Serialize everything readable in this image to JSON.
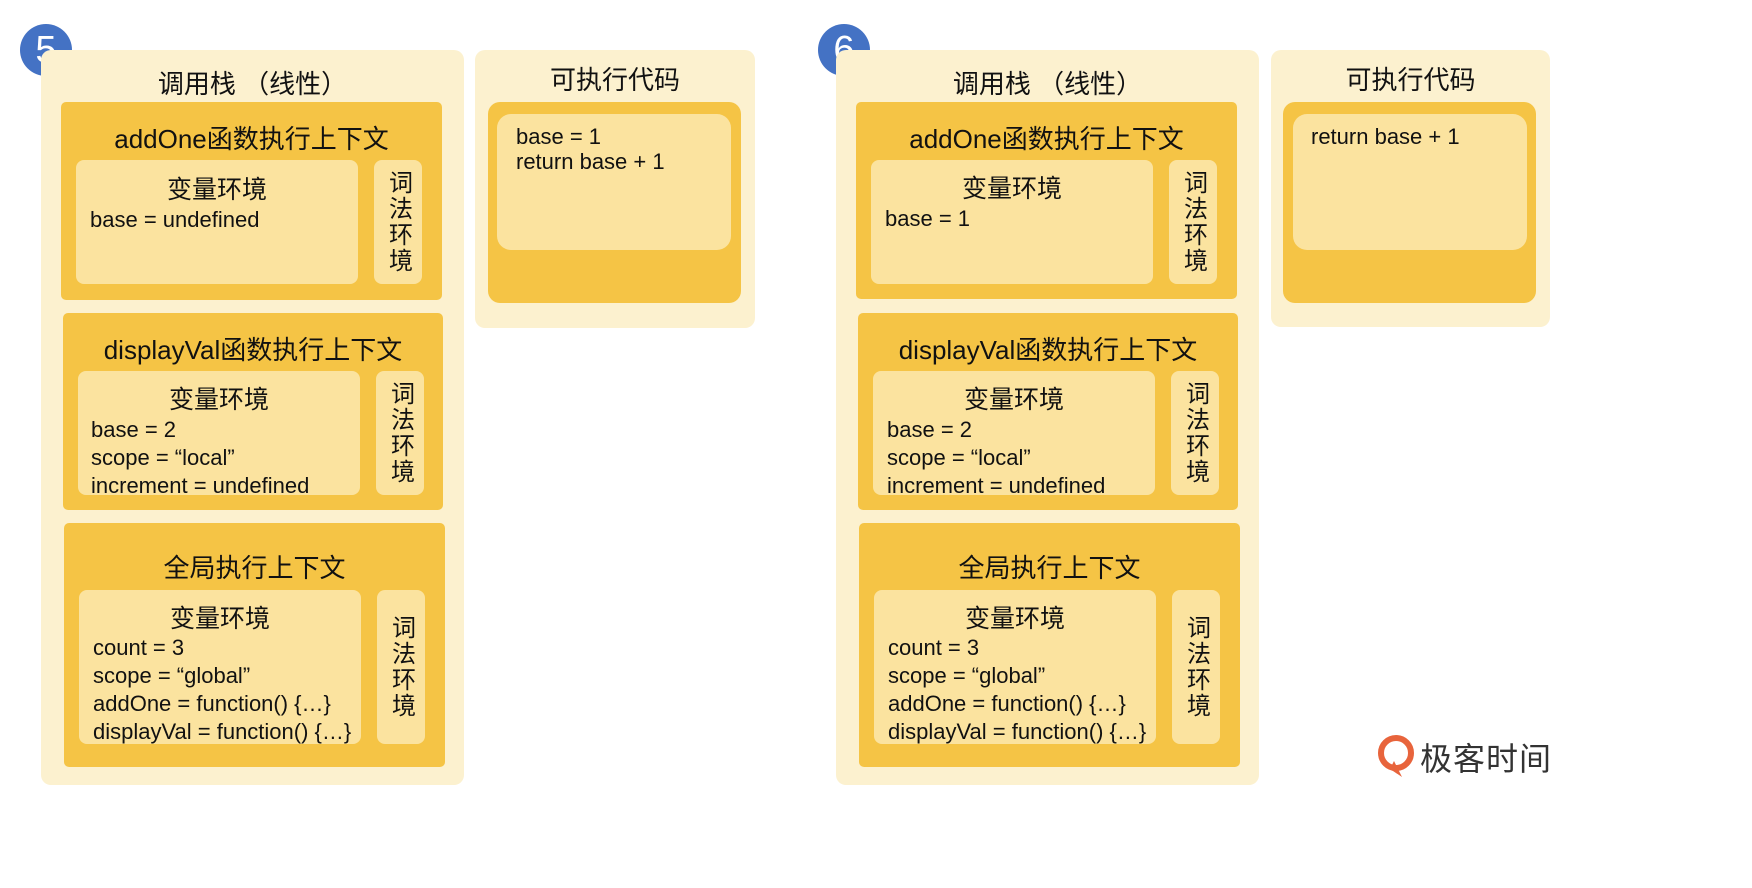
{
  "steps": [
    {
      "number": "5",
      "call_stack_title": "调用栈 （线性）",
      "contexts": [
        {
          "title": "addOne函数执行上下文",
          "variable_env_title": "变量环境",
          "variables": [
            "base = undefined"
          ],
          "lexical_env_title": "词法环境"
        },
        {
          "title": "displayVal函数执行上下文",
          "variable_env_title": "变量环境",
          "variables": [
            "base = 2",
            "scope = “local”",
            "increment = undefined"
          ],
          "lexical_env_title": "词法环境"
        },
        {
          "title": "全局执行上下文",
          "variable_env_title": "变量环境",
          "variables": [
            "count = 3",
            "scope = “global”",
            "addOne = function() {…}",
            "displayVal = function() {…}"
          ],
          "lexical_env_title": "词法环境"
        }
      ],
      "executable_title": "可执行代码",
      "code": [
        "base = 1",
        "return base + 1"
      ]
    },
    {
      "number": "6",
      "call_stack_title": "调用栈 （线性）",
      "contexts": [
        {
          "title": "addOne函数执行上下文",
          "variable_env_title": "变量环境",
          "variables": [
            "base = 1"
          ],
          "lexical_env_title": "词法环境"
        },
        {
          "title": "displayVal函数执行上下文",
          "variable_env_title": "变量环境",
          "variables": [
            "base = 2",
            "scope = “local”",
            "increment = undefined"
          ],
          "lexical_env_title": "词法环境"
        },
        {
          "title": "全局执行上下文",
          "variable_env_title": "变量环境",
          "variables": [
            "count = 3",
            "scope = “global”",
            "addOne = function() {…}",
            "displayVal = function() {…}"
          ],
          "lexical_env_title": "词法环境"
        }
      ],
      "executable_title": "可执行代码",
      "code": [
        "return base + 1"
      ]
    }
  ],
  "watermark": "极客时间",
  "colors": {
    "badge": "#4472c4",
    "panel": "#fcf1cf",
    "context": "#f5c445",
    "inner": "#fbe39f",
    "logo": "#e8643c"
  }
}
